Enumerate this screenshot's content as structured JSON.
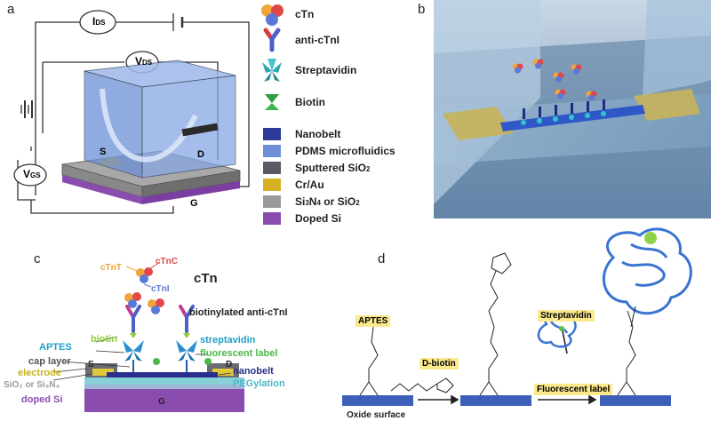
{
  "panel_labels": [
    "a",
    "b",
    "c",
    "d"
  ],
  "panel_a": {
    "meter_ids": "I",
    "meter_ids_sub": "DS",
    "meter_vds": "V",
    "meter_vds_sub": "DS",
    "meter_vgs": "V",
    "meter_vgs_sub": "GS",
    "label_s": "S",
    "label_d": "D",
    "label_g": "G"
  },
  "legend": {
    "items": [
      {
        "label": "cTn",
        "icon": "ctn-cluster-icon"
      },
      {
        "label": "anti-cTnI",
        "icon": "antibody-icon"
      },
      {
        "label": "Streptavidin",
        "icon": "streptavidin-icon"
      },
      {
        "label": "Biotin",
        "icon": "biotin-icon"
      }
    ],
    "materials": [
      {
        "label": "Nanobelt",
        "color": "#2e3a9a"
      },
      {
        "label": "PDMS microfluidics",
        "color": "#6c8fd6"
      },
      {
        "label": "Sputtered SiO",
        "sub": "2",
        "color": "#5a5a62"
      },
      {
        "label": "Cr/Au",
        "color": "#d6b124"
      },
      {
        "label": "Si",
        "sub": "3",
        "label2": "N",
        "sub2": "4",
        "label3": " or SiO",
        "sub3": "2",
        "color": "#9a9a9a"
      },
      {
        "label": "Doped Si",
        "color": "#8b4cb0"
      }
    ]
  },
  "panel_c": {
    "title": "cTn",
    "ctnc": "cTnC",
    "ctnt": "cTnT",
    "ctni": "cTnI",
    "biotinylated": "biotinylated anti-cTnI",
    "biotin": "biotin",
    "streptavidin": "streptavidin",
    "aptes": "APTES",
    "fluorescent": "fluorescent label",
    "cap_layer": "cap layer",
    "electrode": "electrode",
    "nanobelt": "nanobelt",
    "sio2": "SiO₂ or Si₃N₄",
    "pegylation": "PEGylation",
    "doped_si": "doped Si",
    "s": "S",
    "d": "D",
    "g": "G"
  },
  "panel_d": {
    "aptes": "APTES",
    "dbiotin": "D-biotin",
    "streptavidin": "Streptavidin",
    "fluorescent": "Fluorescent label",
    "oxide": "Oxide surface"
  }
}
